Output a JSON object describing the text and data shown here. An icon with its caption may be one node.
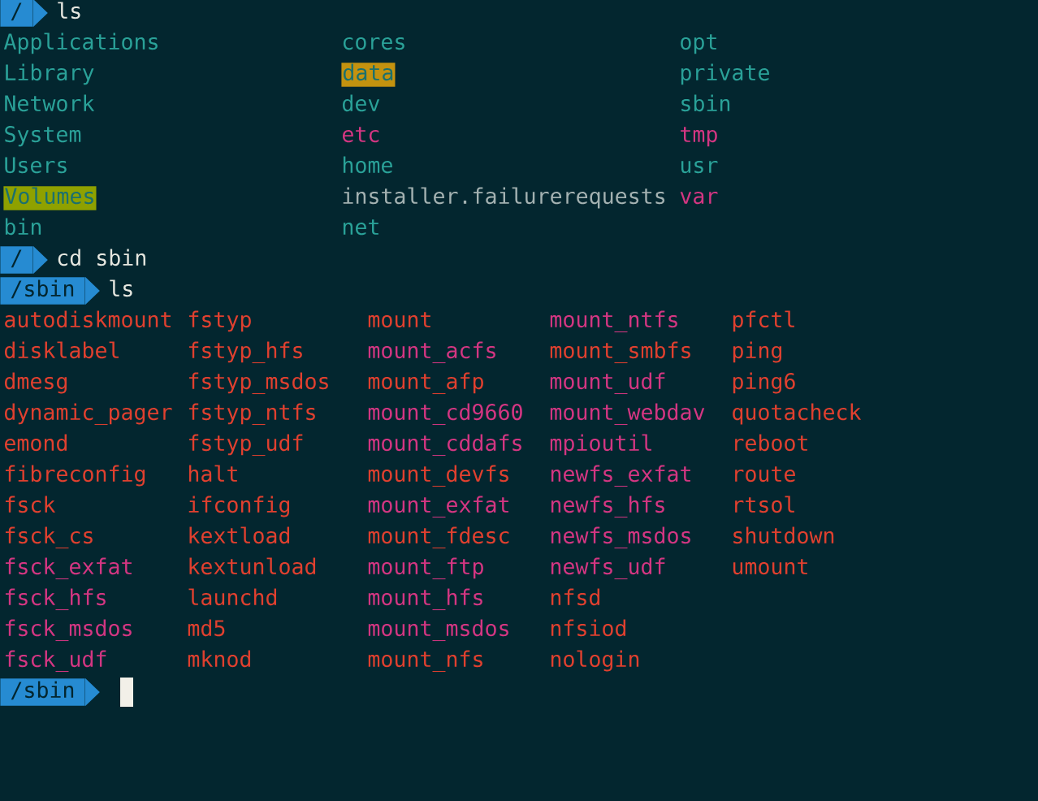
{
  "diagram": {
    "nodes": [
      {
        "text": [
          "/"
        ],
        "beside": [
          "ls"
        ]
      },
      {
        "text": [
          "data"
        ]
      },
      {
        "text": [
          "Volumes"
        ]
      },
      {
        "text": [
          "/"
        ],
        "beside": [
          "cd sbin"
        ]
      },
      {
        "text": [
          "/sbin"
        ],
        "beside": [
          "ls"
        ]
      },
      {
        "text": [
          "/sbin"
        ]
      }
    ],
    "labels": [
      "Applications",
      "cores",
      "opt",
      "Library",
      "private",
      "Network",
      "dev",
      "sbin",
      "System",
      "etc",
      "tmp",
      "Users",
      "home",
      "usr",
      "installer.failurerequests",
      "var",
      "bin",
      "net",
      "autodiskmount",
      "fstyp",
      "mount",
      "mount_ntfs",
      "pfctl",
      "disklabel",
      "fstyp_hfs",
      "mount_acfs",
      "mount_smbfs",
      "ping",
      "dmesg",
      "fstyp_msdos",
      "mount_afp",
      "mount_udf",
      "ping6",
      "dynamic_pager",
      "fstyp_ntfs",
      "mount_cd9660",
      "mount_webdav",
      "quotacheck",
      "emond",
      "fstyp_udf",
      "mount_cddafs",
      "mpioutil",
      "reboot",
      "fibreconfig",
      "halt",
      "mount_devfs",
      "newfs_exfat",
      "route",
      "fsck",
      "ifconfig",
      "mount_exfat",
      "newfs_hfs",
      "rtsol",
      "fsck_cs",
      "kextload",
      "mount_fdesc",
      "newfs_msdos",
      "shutdown",
      "fsck_exfat",
      "kextunload",
      "mount_ftp",
      "newfs_udf",
      "umount",
      "fsck_hfs",
      "launchd",
      "mount_hfs",
      "nfsd",
      "fsck_msdos",
      "md5",
      "mount_msdos",
      "nfsiod",
      "fsck_udf",
      "mknod",
      "mount_nfs",
      "nologin"
    ]
  }
}
